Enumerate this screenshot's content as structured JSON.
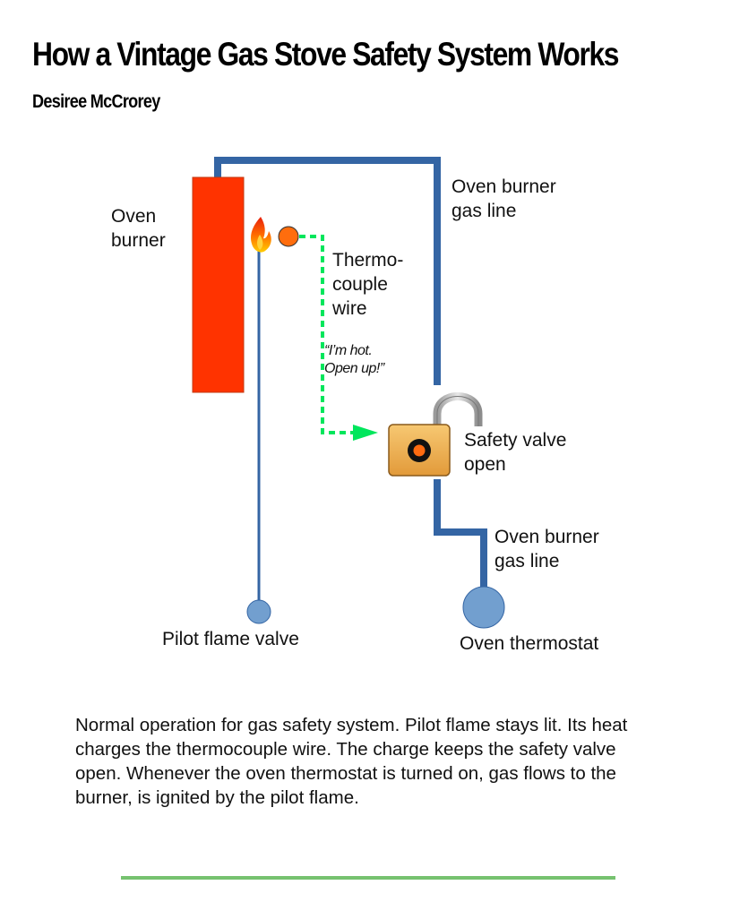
{
  "header": {
    "title": "How a Vintage Gas Stove Safety System Works",
    "author": "Desiree McCrorey"
  },
  "diagram": {
    "labels": {
      "oven_burner": [
        "Oven",
        "burner"
      ],
      "oven_burner_gas_line_top": [
        "Oven burner",
        "gas line"
      ],
      "thermocouple_wire": [
        "Thermo-",
        "couple",
        "wire"
      ],
      "thermocouple_quote": [
        "“I’m hot.",
        "Open up!”"
      ],
      "safety_valve": [
        "Safety valve",
        "open"
      ],
      "oven_burner_gas_line_bottom": [
        "Oven burner",
        "gas line"
      ],
      "pilot_flame_valve": "Pilot flame valve",
      "oven_thermostat": "Oven thermostat"
    },
    "icons": {
      "flame": "pilot-flame",
      "thermocouple_bulb": "thermocouple-sensor",
      "lock": "open-padlock"
    },
    "colors": {
      "gas_line": "#3465a4",
      "burner": "#ff3300",
      "thermocouple_wire": "#00e65c",
      "valve_knob": "#729fcf",
      "lock_body": "#f0b45a",
      "rule": "#76c26f"
    },
    "state": {
      "safety_valve": "open",
      "pilot_flame": "lit"
    }
  },
  "description": "Normal operation for gas safety system. Pilot flame stays lit. Its heat charges the thermocouple wire. The charge keeps the safety valve open. Whenever the oven thermostat is turned on, gas flows to the burner, is ignited by the pilot flame."
}
